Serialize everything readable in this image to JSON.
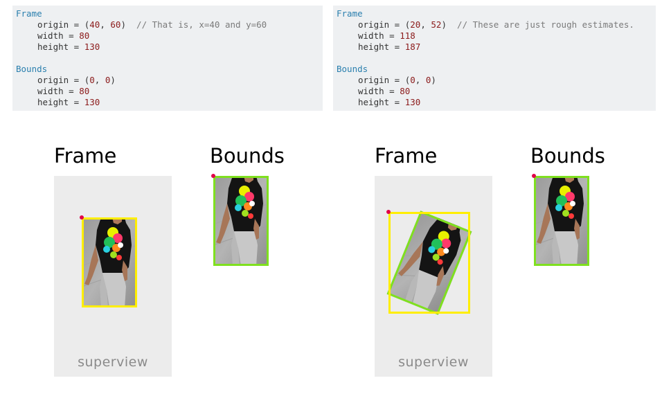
{
  "code_blocks": [
    {
      "frame_keyword": "Frame",
      "frame": {
        "origin_prefix": "origin = (",
        "origin_x": "40",
        "origin_sep": ", ",
        "origin_y": "60",
        "origin_suffix": ")",
        "comment": "// That is, x=40 and y=60",
        "width_prefix": "width = ",
        "width": "80",
        "height_prefix": "height = ",
        "height": "130"
      },
      "bounds_keyword": "Bounds",
      "bounds": {
        "origin_prefix": "origin = (",
        "origin_x": "0",
        "origin_sep": ", ",
        "origin_y": "0",
        "origin_suffix": ")",
        "width_prefix": "width = ",
        "width": "80",
        "height_prefix": "height = ",
        "height": "130"
      }
    },
    {
      "frame_keyword": "Frame",
      "frame": {
        "origin_prefix": "origin = (",
        "origin_x": "20",
        "origin_sep": ", ",
        "origin_y": "52",
        "origin_suffix": ")",
        "comment": "// These are just rough estimates.",
        "width_prefix": "width = ",
        "width": "118",
        "height_prefix": "height = ",
        "height": "187"
      },
      "bounds_keyword": "Bounds",
      "bounds": {
        "origin_prefix": "origin = (",
        "origin_x": "0",
        "origin_sep": ", ",
        "origin_y": "0",
        "origin_suffix": ")",
        "width_prefix": "width = ",
        "width": "80",
        "height_prefix": "height = ",
        "height": "130"
      }
    }
  ],
  "diagrams": {
    "left_frame_title": "Frame",
    "left_bounds_title": "Bounds",
    "right_frame_title": "Frame",
    "right_bounds_title": "Bounds",
    "superview_label_left": "superview",
    "superview_label_right": "superview"
  },
  "colors": {
    "frame_outline": "#ffee00",
    "bounds_outline": "#7fe01f",
    "origin_marker": "#e0004a",
    "superview_fill": "#ececec",
    "code_background": "#eef0f2",
    "code_keyword": "#2a7fae",
    "code_number": "#8b1a1a",
    "code_comment": "#7a7a7a"
  },
  "icons": {
    "photo": "person-walking-photo",
    "origin": "origin-marker-icon"
  }
}
